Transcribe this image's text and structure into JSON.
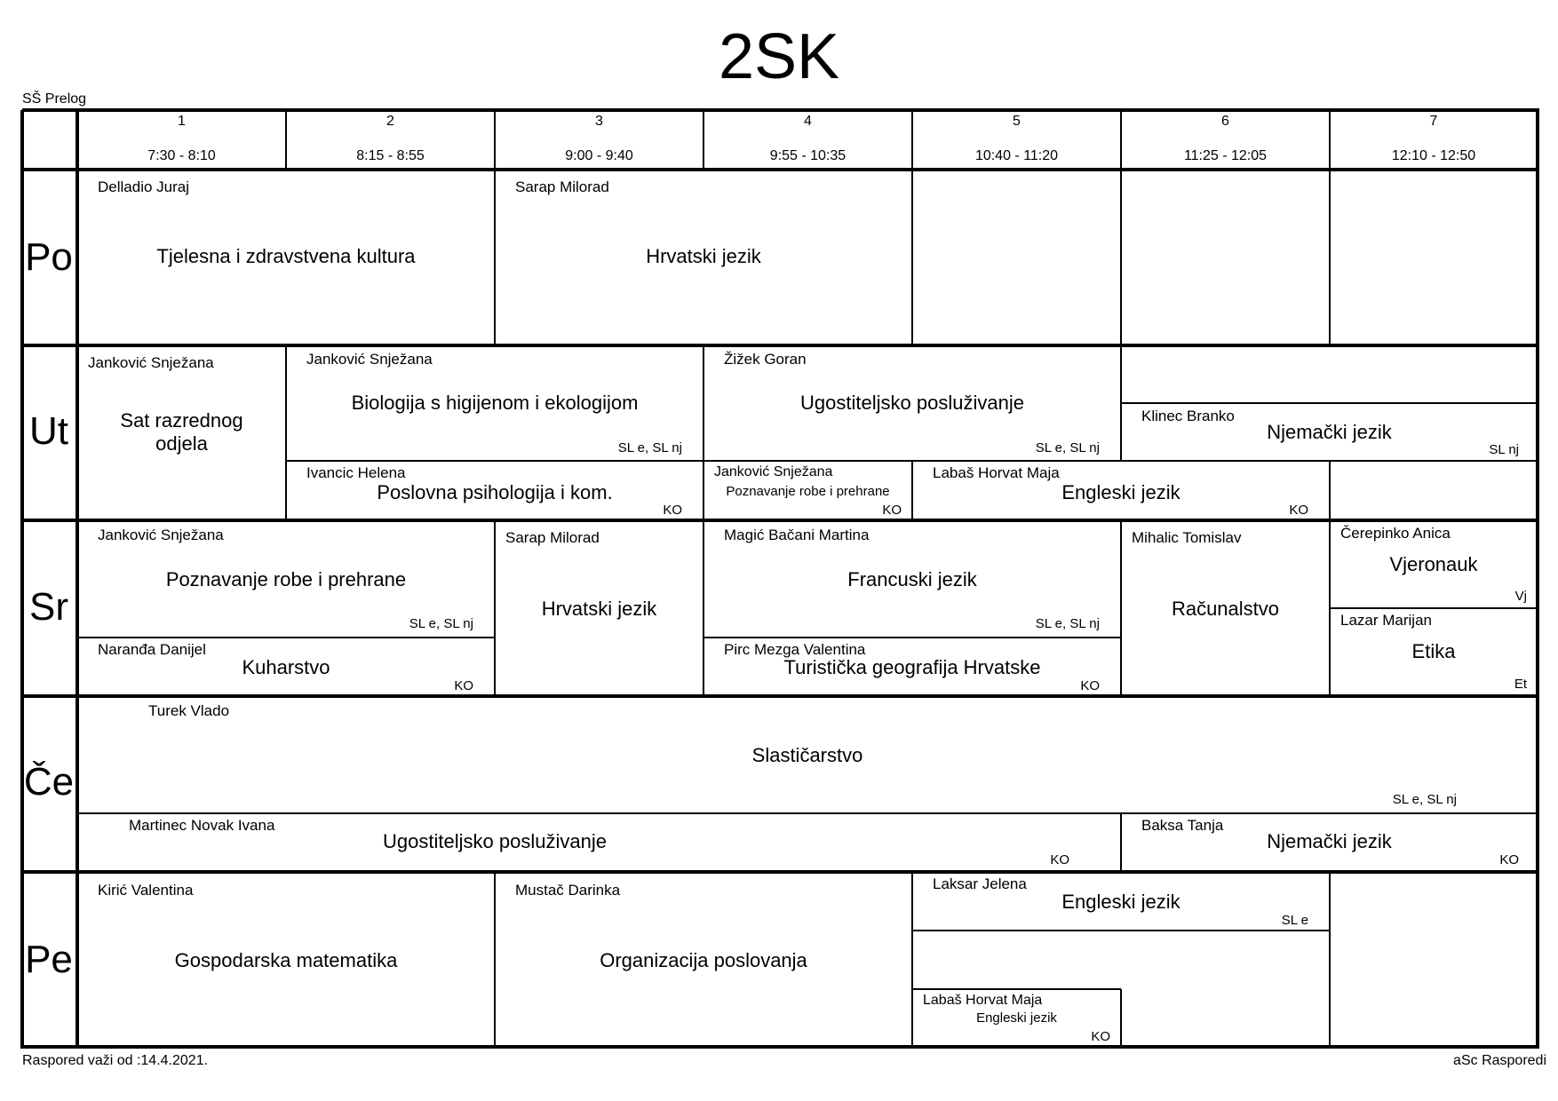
{
  "title": "2SK",
  "school": "SŠ Prelog",
  "footer_left": "Raspored važi od :14.4.2021.",
  "footer_right": "aSc Rasporedi",
  "periods": [
    {
      "num": "1",
      "time": "7:30 - 8:10"
    },
    {
      "num": "2",
      "time": "8:15 - 8:55"
    },
    {
      "num": "3",
      "time": "9:00 - 9:40"
    },
    {
      "num": "4",
      "time": "9:55 - 10:35"
    },
    {
      "num": "5",
      "time": "10:40 - 11:20"
    },
    {
      "num": "6",
      "time": "11:25 - 12:05"
    },
    {
      "num": "7",
      "time": "12:10 - 12:50"
    }
  ],
  "days": [
    "Po",
    "Ut",
    "Sr",
    "Če",
    "Pe"
  ],
  "lessons": {
    "po_tzk": {
      "teacher": "Delladio Juraj",
      "subject": "Tjelesna i zdravstvena kultura",
      "classroom": ""
    },
    "po_hrv": {
      "teacher": "Sarap Milorad",
      "subject": "Hrvatski jezik",
      "classroom": ""
    },
    "ut_sro": {
      "teacher": "Janković Snježana",
      "subject": "Sat razrednog odjela",
      "classroom": ""
    },
    "ut_bio": {
      "teacher": "Janković Snježana",
      "subject": "Biologija s higijenom i ekologijom",
      "classroom": "SL e, SL nj"
    },
    "ut_ugo": {
      "teacher": "Žižek Goran",
      "subject": "Ugostiteljsko posluživanje",
      "classroom": "SL e, SL nj"
    },
    "ut_njem": {
      "teacher": "Klinec Branko",
      "subject": "Njemački jezik",
      "classroom": "SL nj"
    },
    "ut_psi": {
      "teacher": "Ivancic Helena",
      "subject": "Poslovna psihologija i kom.",
      "classroom": "KO"
    },
    "ut_prp": {
      "teacher": "Janković Snježana",
      "subject": "Poznavanje robe i prehrane",
      "classroom": "KO"
    },
    "ut_eng": {
      "teacher": "Labaš Horvat Maja",
      "subject": "Engleski jezik",
      "classroom": "KO"
    },
    "sr_prp": {
      "teacher": "Janković Snježana",
      "subject": "Poznavanje robe i prehrane",
      "classroom": "SL e, SL nj"
    },
    "sr_kuh": {
      "teacher": "Naranđa Danijel",
      "subject": "Kuharstvo",
      "classroom": "KO"
    },
    "sr_hrv": {
      "teacher": "Sarap Milorad",
      "subject": "Hrvatski jezik",
      "classroom": ""
    },
    "sr_fra": {
      "teacher": "Magić Bačani Martina",
      "subject": "Francuski jezik",
      "classroom": "SL e, SL nj"
    },
    "sr_tgh": {
      "teacher": "Pirc Mezga Valentina",
      "subject": "Turistička geografija Hrvatske",
      "classroom": "KO"
    },
    "sr_rac": {
      "teacher": "Mihalic Tomislav",
      "subject": "Računalstvo",
      "classroom": ""
    },
    "sr_vje": {
      "teacher": "Čerepinko Anica",
      "subject": "Vjeronauk",
      "classroom": "Vj"
    },
    "sr_eti": {
      "teacher": "Lazar Marijan",
      "subject": "Etika",
      "classroom": "Et"
    },
    "ce_sla": {
      "teacher": "Turek Vlado",
      "subject": "Slastičarstvo",
      "classroom": "SL e, SL nj"
    },
    "ce_ugo": {
      "teacher": "Martinec Novak Ivana",
      "subject": "Ugostiteljsko posluživanje",
      "classroom": "KO"
    },
    "ce_njem": {
      "teacher": "Baksa Tanja",
      "subject": "Njemački jezik",
      "classroom": "KO"
    },
    "pe_mat": {
      "teacher": "Kirić Valentina",
      "subject": "Gospodarska matematika",
      "classroom": ""
    },
    "pe_org": {
      "teacher": "Mustač Darinka",
      "subject": "Organizacija poslovanja",
      "classroom": ""
    },
    "pe_eng1": {
      "teacher": "Laksar Jelena",
      "subject": "Engleski jezik",
      "classroom": "SL e"
    },
    "pe_eng2": {
      "teacher": "Labaš Horvat Maja",
      "subject": "Engleski jezik",
      "classroom": "KO"
    }
  }
}
